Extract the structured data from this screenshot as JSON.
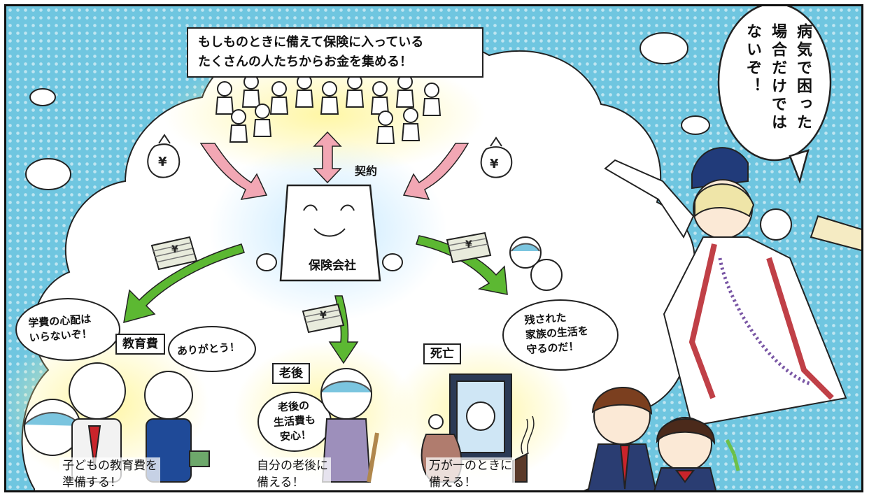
{
  "top_note": {
    "line1": "もしものときに備えて保険に入っている",
    "line2": "たくさんの人たちからお金を集める！"
  },
  "contract_label": "契約",
  "insurer_label": "保険会社",
  "yen_symbol": "¥",
  "categories": {
    "education": "教育費",
    "retirement": "老後",
    "death": "死亡"
  },
  "captions": {
    "education": [
      "子どもの教育費を",
      "準備する！"
    ],
    "retirement": [
      "自分の老後に",
      "備える！"
    ],
    "death": [
      "万が一のときに",
      "備える！"
    ]
  },
  "speech": {
    "no_worry": [
      "学費の心配は",
      "いらないぞ！"
    ],
    "thanks": "ありがとう！",
    "retire_relief": [
      "老後の",
      "生活費も",
      "安心！"
    ],
    "family_life": [
      "残された",
      "家族の生活を",
      "守るのだ！"
    ],
    "main_bubble": [
      "病気で困った",
      "場合だけでは",
      "ないぞ！"
    ]
  },
  "colors": {
    "sky": "#6fc6e0",
    "pink_arrow": "#f2a7b4",
    "green_arrow": "#5cb832",
    "cloud": "#ffffff",
    "glow": "#fff3a8"
  }
}
